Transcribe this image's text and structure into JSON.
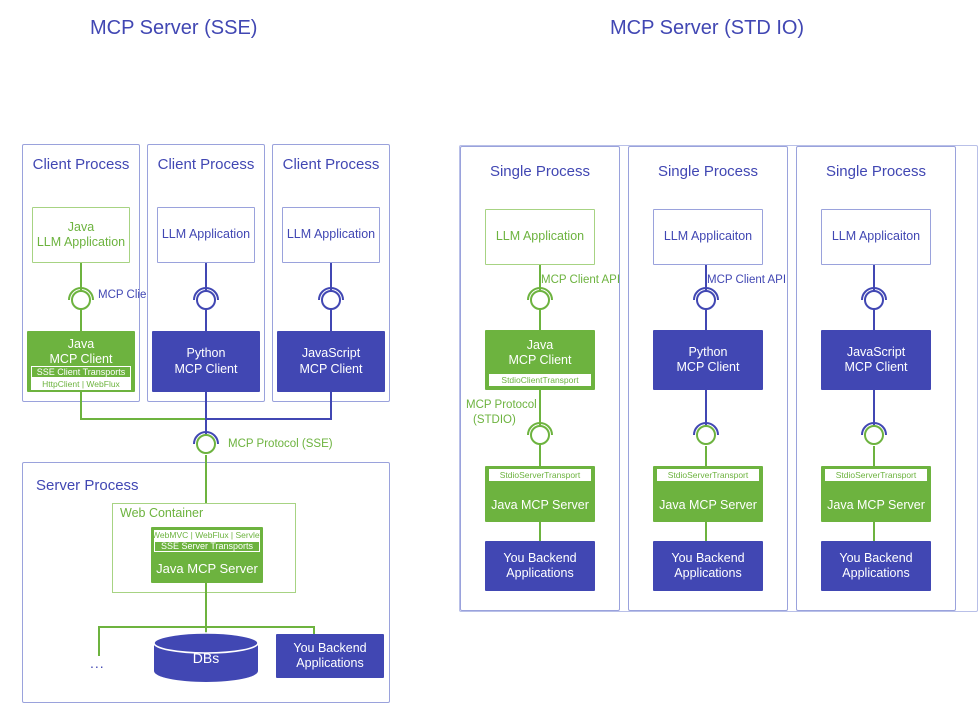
{
  "colors": {
    "blue": "#4147B3",
    "green": "#6DB33F",
    "blue_border": "#9aa2dc",
    "green_border": "#a7d383",
    "panel_border": "#b9c0e8"
  },
  "titles": {
    "left": "MCP Server (SSE)",
    "right": "MCP Server (STD IO)"
  },
  "sse": {
    "process_label": "Client Process",
    "columns": [
      {
        "app_line1": "Java",
        "app_line2": "LLM Application",
        "client_line1": "Java",
        "client_line2": "MCP Client",
        "sub_green": "SSE Client Transports",
        "sub_white": "HttpClient | WebFlux"
      },
      {
        "app_line1": "LLM Application",
        "app_line2": "",
        "client_line1": "Python",
        "client_line2": "MCP Client"
      },
      {
        "app_line1": "LLM Application",
        "app_line2": "",
        "client_line1": "JavaScript",
        "client_line2": "MCP Client"
      }
    ],
    "client_api_label": "MCP Client API",
    "protocol_label": "MCP Protocol (SSE)",
    "server_process_label": "Server Process",
    "web_container_label": "Web Container",
    "server_sub_white": "WebMVC | WebFlux | Servlet",
    "server_sub_green": "SSE Server Transports",
    "server_name": "Java MCP Server",
    "db_label": "DBs",
    "backend_line1": "You Backend",
    "backend_line2": "Applications",
    "ellipsis": "..."
  },
  "stdio": {
    "process_label": "Single Process",
    "client_api_label": "MCP Client API",
    "protocol_label_line1": "MCP Protocol",
    "protocol_label_line2": "(STDIO)",
    "server_sub": "StdioServerTransport",
    "server_name": "Java MCP Server",
    "backend_line1": "You Backend",
    "backend_line2": "Applications",
    "columns": [
      {
        "app": "LLM Application",
        "client_line1": "Java",
        "client_line2": "MCP Client",
        "client_sub": "StdioClientTransport"
      },
      {
        "app": "LLM Applicaiton",
        "client_line1": "Python",
        "client_line2": "MCP Client"
      },
      {
        "app": "LLM Applicaiton",
        "client_line1": "JavaScript",
        "client_line2": "MCP Client"
      }
    ]
  }
}
